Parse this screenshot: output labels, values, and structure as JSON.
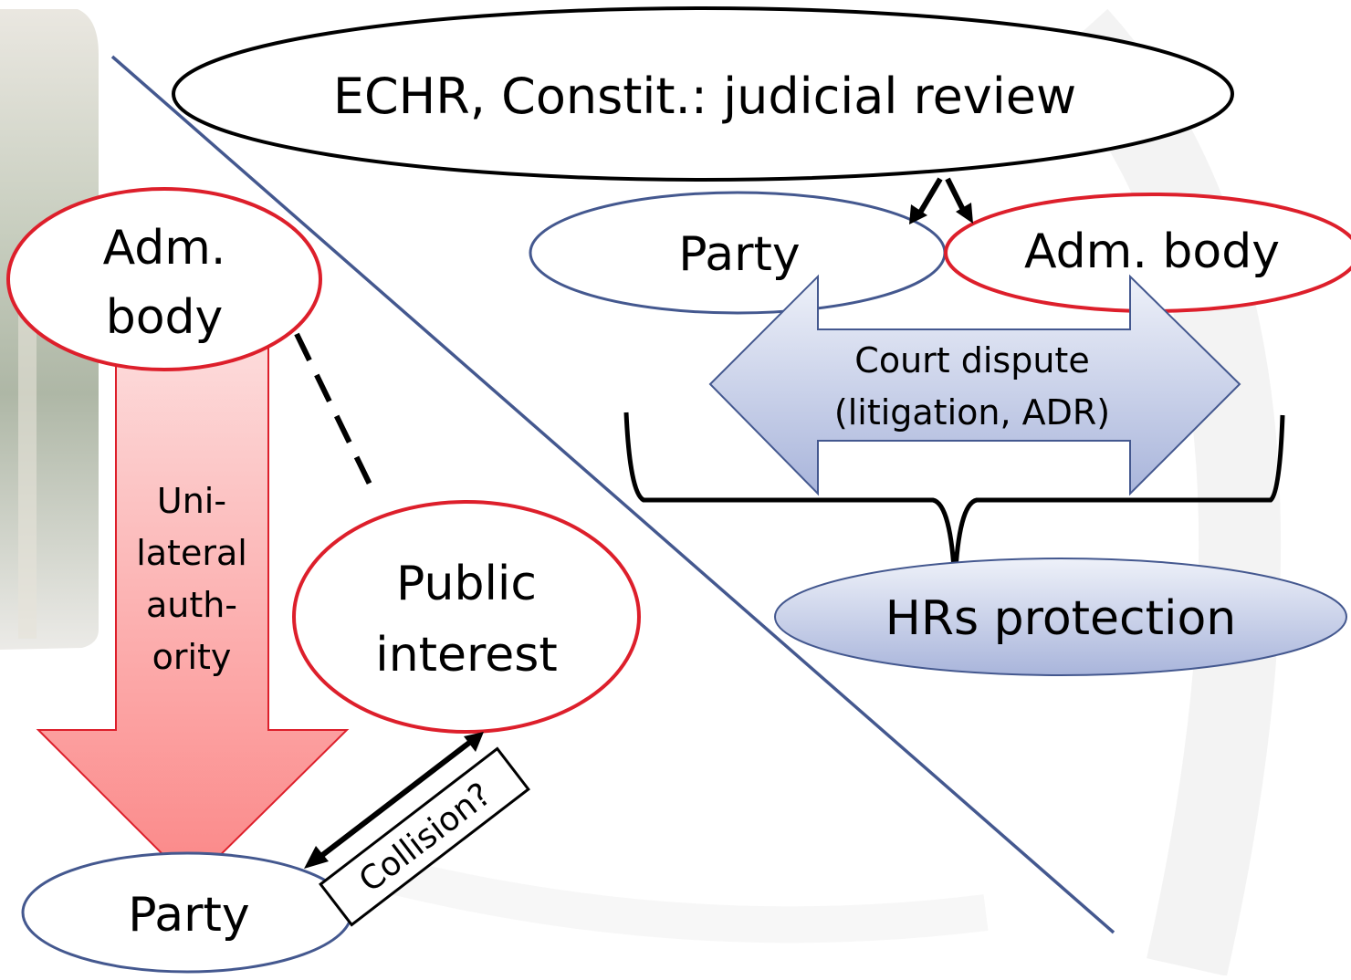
{
  "colors": {
    "navy": "#44588f",
    "red": "#dd1f2b",
    "black": "#000000",
    "pink_top": "#fde2e2",
    "pink_bottom": "#fb8d8d",
    "blue_top": "#eef1f9",
    "blue_bottom": "#aab6dc"
  },
  "top_review": {
    "label": "ECHR, Constit.: judicial review"
  },
  "right_party": {
    "label": "Party"
  },
  "right_adm_body": {
    "label": "Adm. body"
  },
  "court_dispute": {
    "line1": "Court dispute",
    "line2": "(litigation, ADR)"
  },
  "hrs_protection": {
    "label": "HRs protection"
  },
  "left_adm_body": {
    "line1": "Adm.",
    "line2": "body"
  },
  "authority_arrow": {
    "lines": [
      "Uni-",
      "lateral",
      "auth-",
      "ority"
    ]
  },
  "public_interest": {
    "line1": "Public",
    "line2": "interest"
  },
  "left_party": {
    "label": "Party"
  },
  "collision": {
    "label": "Collision?"
  }
}
